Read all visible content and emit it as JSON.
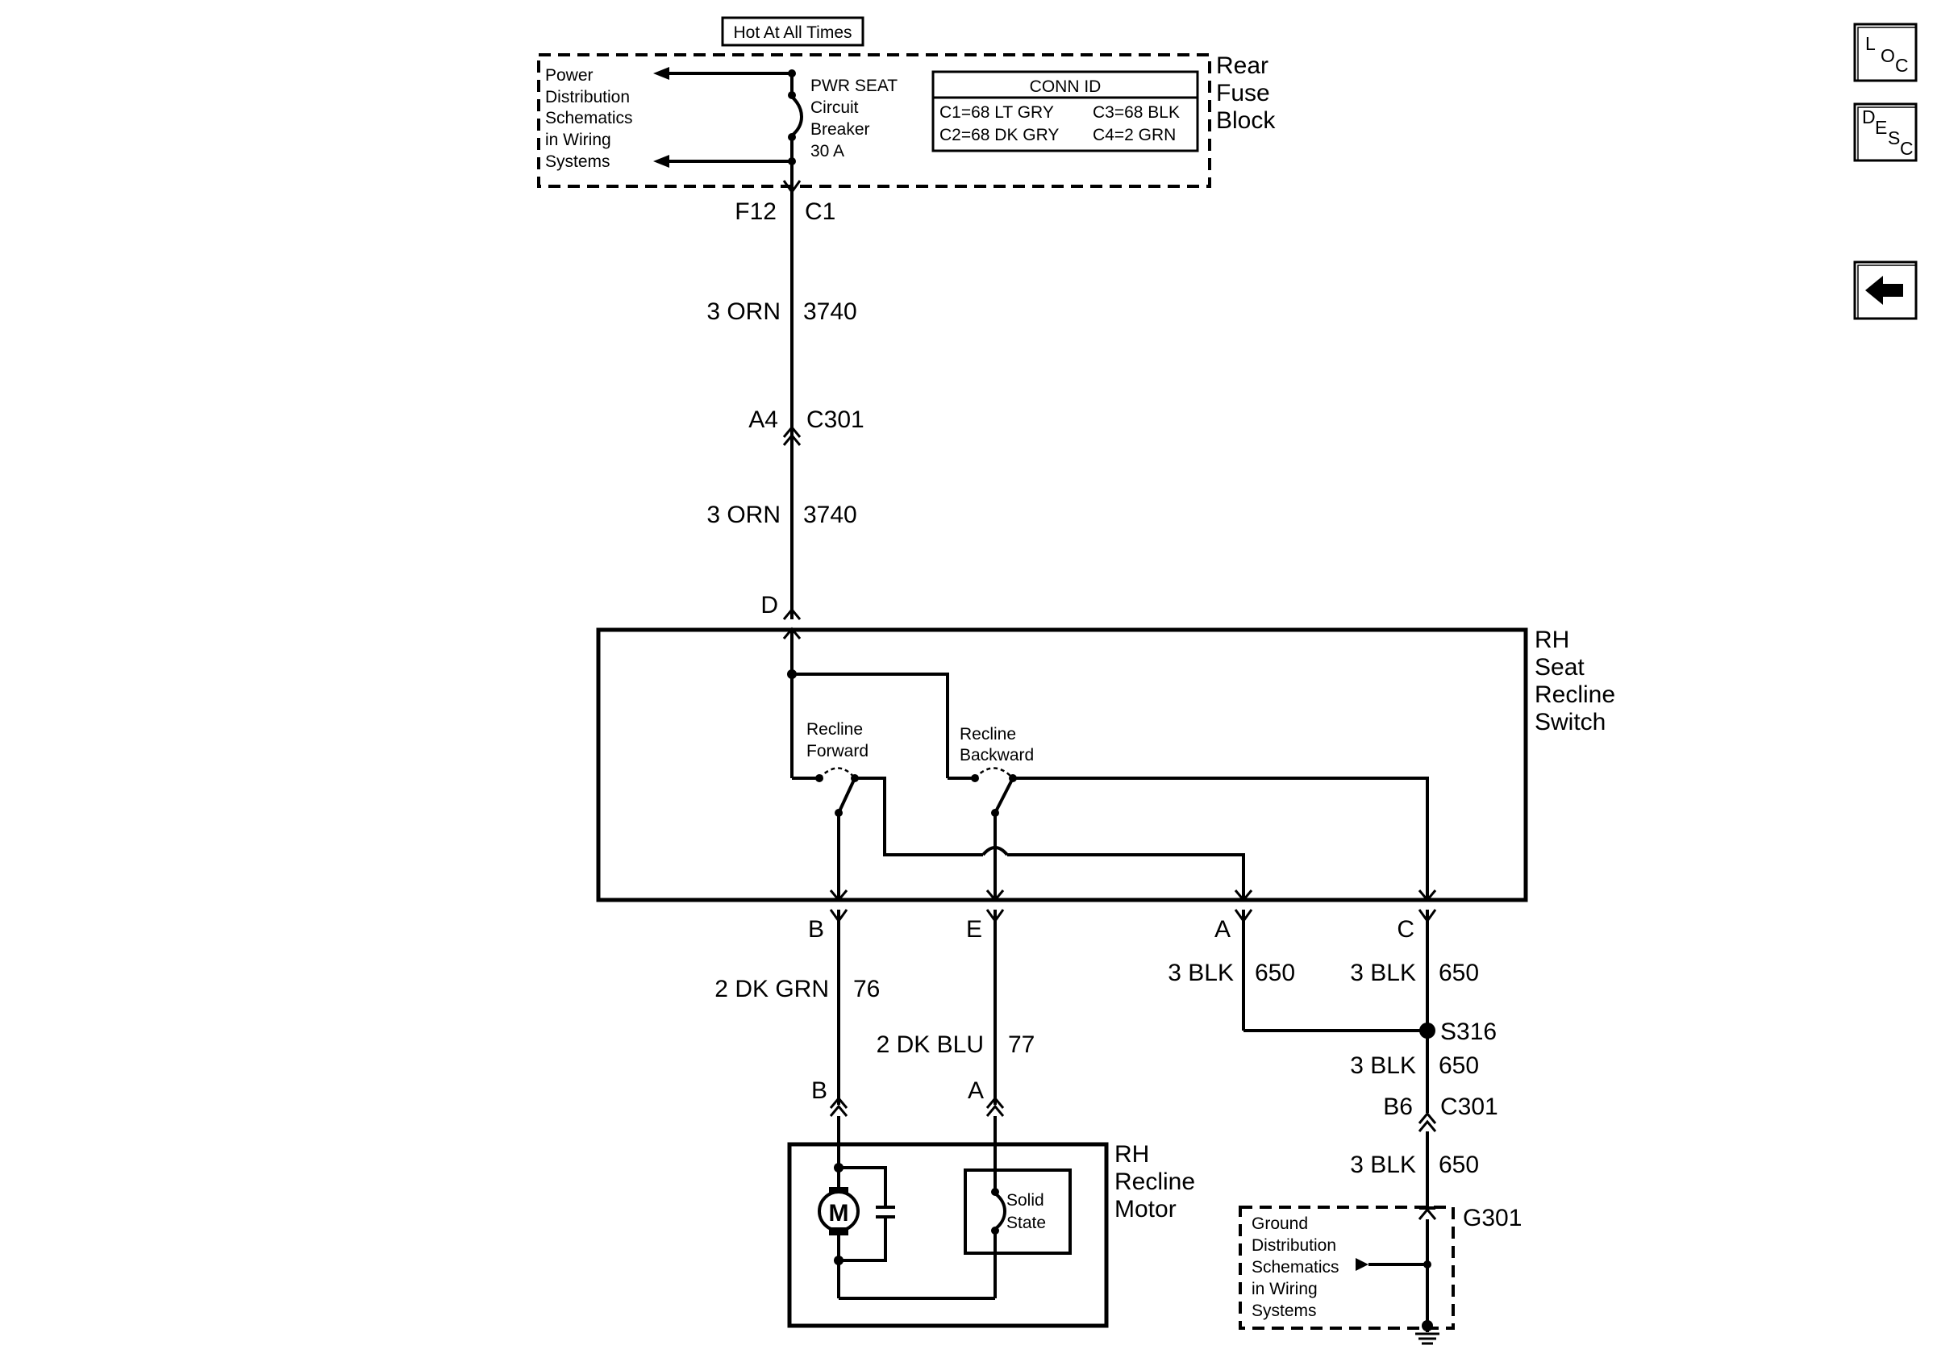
{
  "hot_label": "Hot At All Times",
  "fuse_block": {
    "name_lines": [
      "Rear",
      "Fuse",
      "Block"
    ],
    "ref_lines": [
      "Power",
      "Distribution",
      "Schematics",
      "in Wiring",
      "Systems"
    ],
    "breaker_lines": [
      "PWR SEAT",
      "Circuit",
      "Breaker",
      "30 A"
    ]
  },
  "conn_id": {
    "title": "CONN ID",
    "c1": "C1=68 LT GRY",
    "c2": "C2=68 DK GRY",
    "c3": "C3=68 BLK",
    "c4": "C4=2 GRN"
  },
  "pins": {
    "f12": "F12",
    "c1": "C1",
    "a4": "A4",
    "c301_top": "C301",
    "d": "D",
    "b_sw": "B",
    "e_sw": "E",
    "a_sw": "A",
    "c_sw": "C",
    "b_motor": "B",
    "a_motor": "A",
    "b6": "B6",
    "c301_bottom": "C301"
  },
  "wires": {
    "orn_top": {
      "gauge_color": "3 ORN",
      "circuit": "3740"
    },
    "orn_bottom": {
      "gauge_color": "3 ORN",
      "circuit": "3740"
    },
    "dk_grn": {
      "gauge_color": "2 DK GRN",
      "circuit": "76"
    },
    "dk_blu": {
      "gauge_color": "2 DK BLU",
      "circuit": "77"
    },
    "blk_a": {
      "gauge_color": "3 BLK",
      "circuit": "650"
    },
    "blk_c": {
      "gauge_color": "3 BLK",
      "circuit": "650"
    },
    "blk_s316": {
      "gauge_color": "3 BLK",
      "circuit": "650"
    },
    "blk_g301": {
      "gauge_color": "3 BLK",
      "circuit": "650"
    }
  },
  "splice": "S316",
  "ground": "G301",
  "switch": {
    "name_lines": [
      "RH",
      "Seat",
      "Recline",
      "Switch"
    ],
    "forward_lines": [
      "Recline",
      "Forward"
    ],
    "backward_lines": [
      "Recline",
      "Backward"
    ]
  },
  "motor": {
    "name_lines": [
      "RH",
      "Recline",
      "Motor"
    ],
    "motor_symbol": "M",
    "solid_state_lines": [
      "Solid",
      "State"
    ]
  },
  "ground_ref_lines": [
    "Ground",
    "Distribution",
    "Schematics",
    "in Wiring",
    "Systems"
  ],
  "nav": {
    "loc": {
      "big": "L",
      "sub": "O",
      "sub2": "C"
    },
    "desc": {
      "big": "D",
      "sub": "E",
      "sub2": "S",
      "sub3": "C"
    },
    "back_icon": "left-arrow-icon"
  }
}
